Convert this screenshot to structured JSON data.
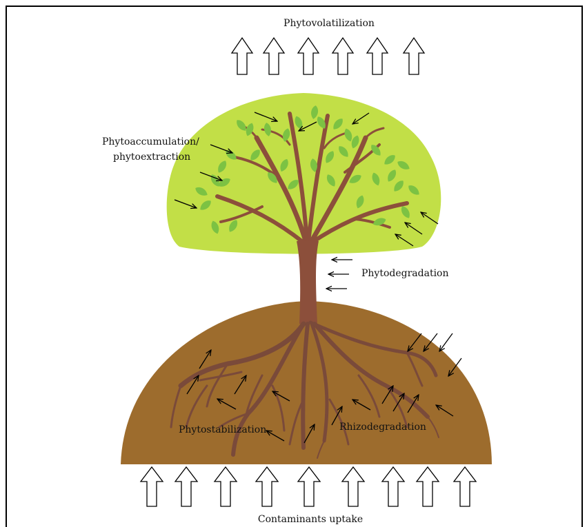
{
  "labels": {
    "phytovolatilization": "Phytovolatilization",
    "phytoaccumulation_line1": "Phytoaccumulation/",
    "phytoaccumulation_line2": "phytoextraction",
    "phytodegradation": "Phytodegradation",
    "phytostabilization": "Phytostabilization",
    "rhizodegradation": "Rhizodegradation",
    "contaminants_uptake": "Contaminants uptake"
  },
  "arrows": {
    "phytovolatilization_count": 6,
    "contaminants_uptake_count": 9
  },
  "colors": {
    "canopy": "#c2df47",
    "leaf": "#7cc243",
    "trunk": "#8c4f3b",
    "soil": "#9d6c2d",
    "root": "#7a4a3a",
    "arrow_stroke": "#000000",
    "frame": "#000000"
  }
}
